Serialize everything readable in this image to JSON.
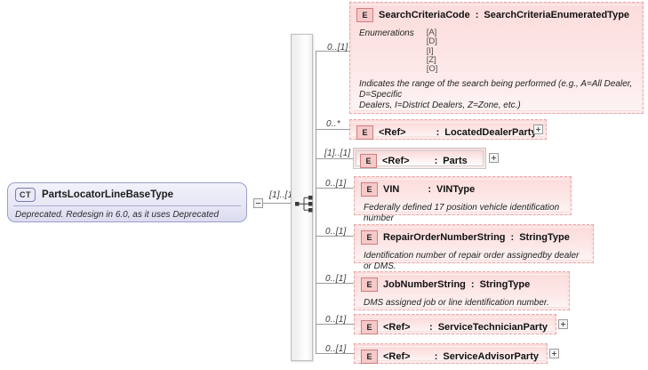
{
  "diagram": {
    "kind": "xsd-schema-diagram",
    "root": {
      "badge": "CT",
      "name": "PartsLocatorLineBaseType",
      "documentation": "Deprecated. Redesign in 6.0, as it uses Deprecated components.",
      "toggle": "minus",
      "cardinality": "[1]..[1]"
    },
    "compositor": {
      "type": "sequence",
      "icon": "sequence-icon"
    },
    "children": [
      {
        "id": "search-criteria-code",
        "badge": "E",
        "cardinality": "0..[1]",
        "name": "SearchCriteriaCode",
        "separator": ":",
        "type": "SearchCriteriaEnumeratedType",
        "border": "dashed",
        "enumerations_label": "Enumerations",
        "enumerations": [
          "[A]",
          "[D]",
          "[I]",
          "[Z]",
          "[O]"
        ],
        "documentation": "Indicates the range of the search being performed (e.g., A=All Dealer, D=Specific\nDealers, I=District Dealers, Z=Zone, etc.)",
        "expand": null
      },
      {
        "id": "located-dealer-party",
        "badge": "E",
        "cardinality": "0..*",
        "name": "<Ref>",
        "separator": ":",
        "type": "LocatedDealerParty",
        "border": "dashed",
        "expand": "plus"
      },
      {
        "id": "parts",
        "badge": "E",
        "cardinality": "[1]..[1]",
        "name": "<Ref>",
        "separator": ":",
        "type": "Parts",
        "border": "solid",
        "expand": "plus"
      },
      {
        "id": "vin",
        "badge": "E",
        "cardinality": "0..[1]",
        "name": "VIN",
        "separator": ":",
        "type": "VINType",
        "border": "dashed",
        "documentation": "Federally defined 17 position vehicle identification number",
        "expand": null
      },
      {
        "id": "repair-order-number-string",
        "badge": "E",
        "cardinality": "0..[1]",
        "name": "RepairOrderNumberString",
        "separator": ":",
        "type": "StringType",
        "border": "dashed",
        "documentation": "Identification number of repair order assignedby dealer or DMS.",
        "expand": null
      },
      {
        "id": "job-number-string",
        "badge": "E",
        "cardinality": "0..[1]",
        "name": "JobNumberString",
        "separator": ":",
        "type": "StringType",
        "border": "dashed",
        "documentation": "DMS assigned job or line identification number.",
        "expand": null
      },
      {
        "id": "service-technician-party",
        "badge": "E",
        "cardinality": "0..[1]",
        "name": "<Ref>",
        "separator": ":",
        "type": "ServiceTechnicianParty",
        "border": "dashed",
        "expand": "plus"
      },
      {
        "id": "service-advisor-party",
        "badge": "E",
        "cardinality": "0..[1]",
        "name": "<Ref>",
        "separator": ":",
        "type": "ServiceAdvisorParty",
        "border": "dashed",
        "expand": "plus"
      }
    ],
    "colors": {
      "element_fill": "#fcdcdc",
      "element_border": "#e9a7a7",
      "complextype_fill": "#e6e6f6",
      "complextype_border": "#9aa0c8",
      "connector_line": "#9a9a9a",
      "badge_e_fill": "#f6c9c9",
      "badge_ct_fill": "#e9e9f8"
    }
  }
}
